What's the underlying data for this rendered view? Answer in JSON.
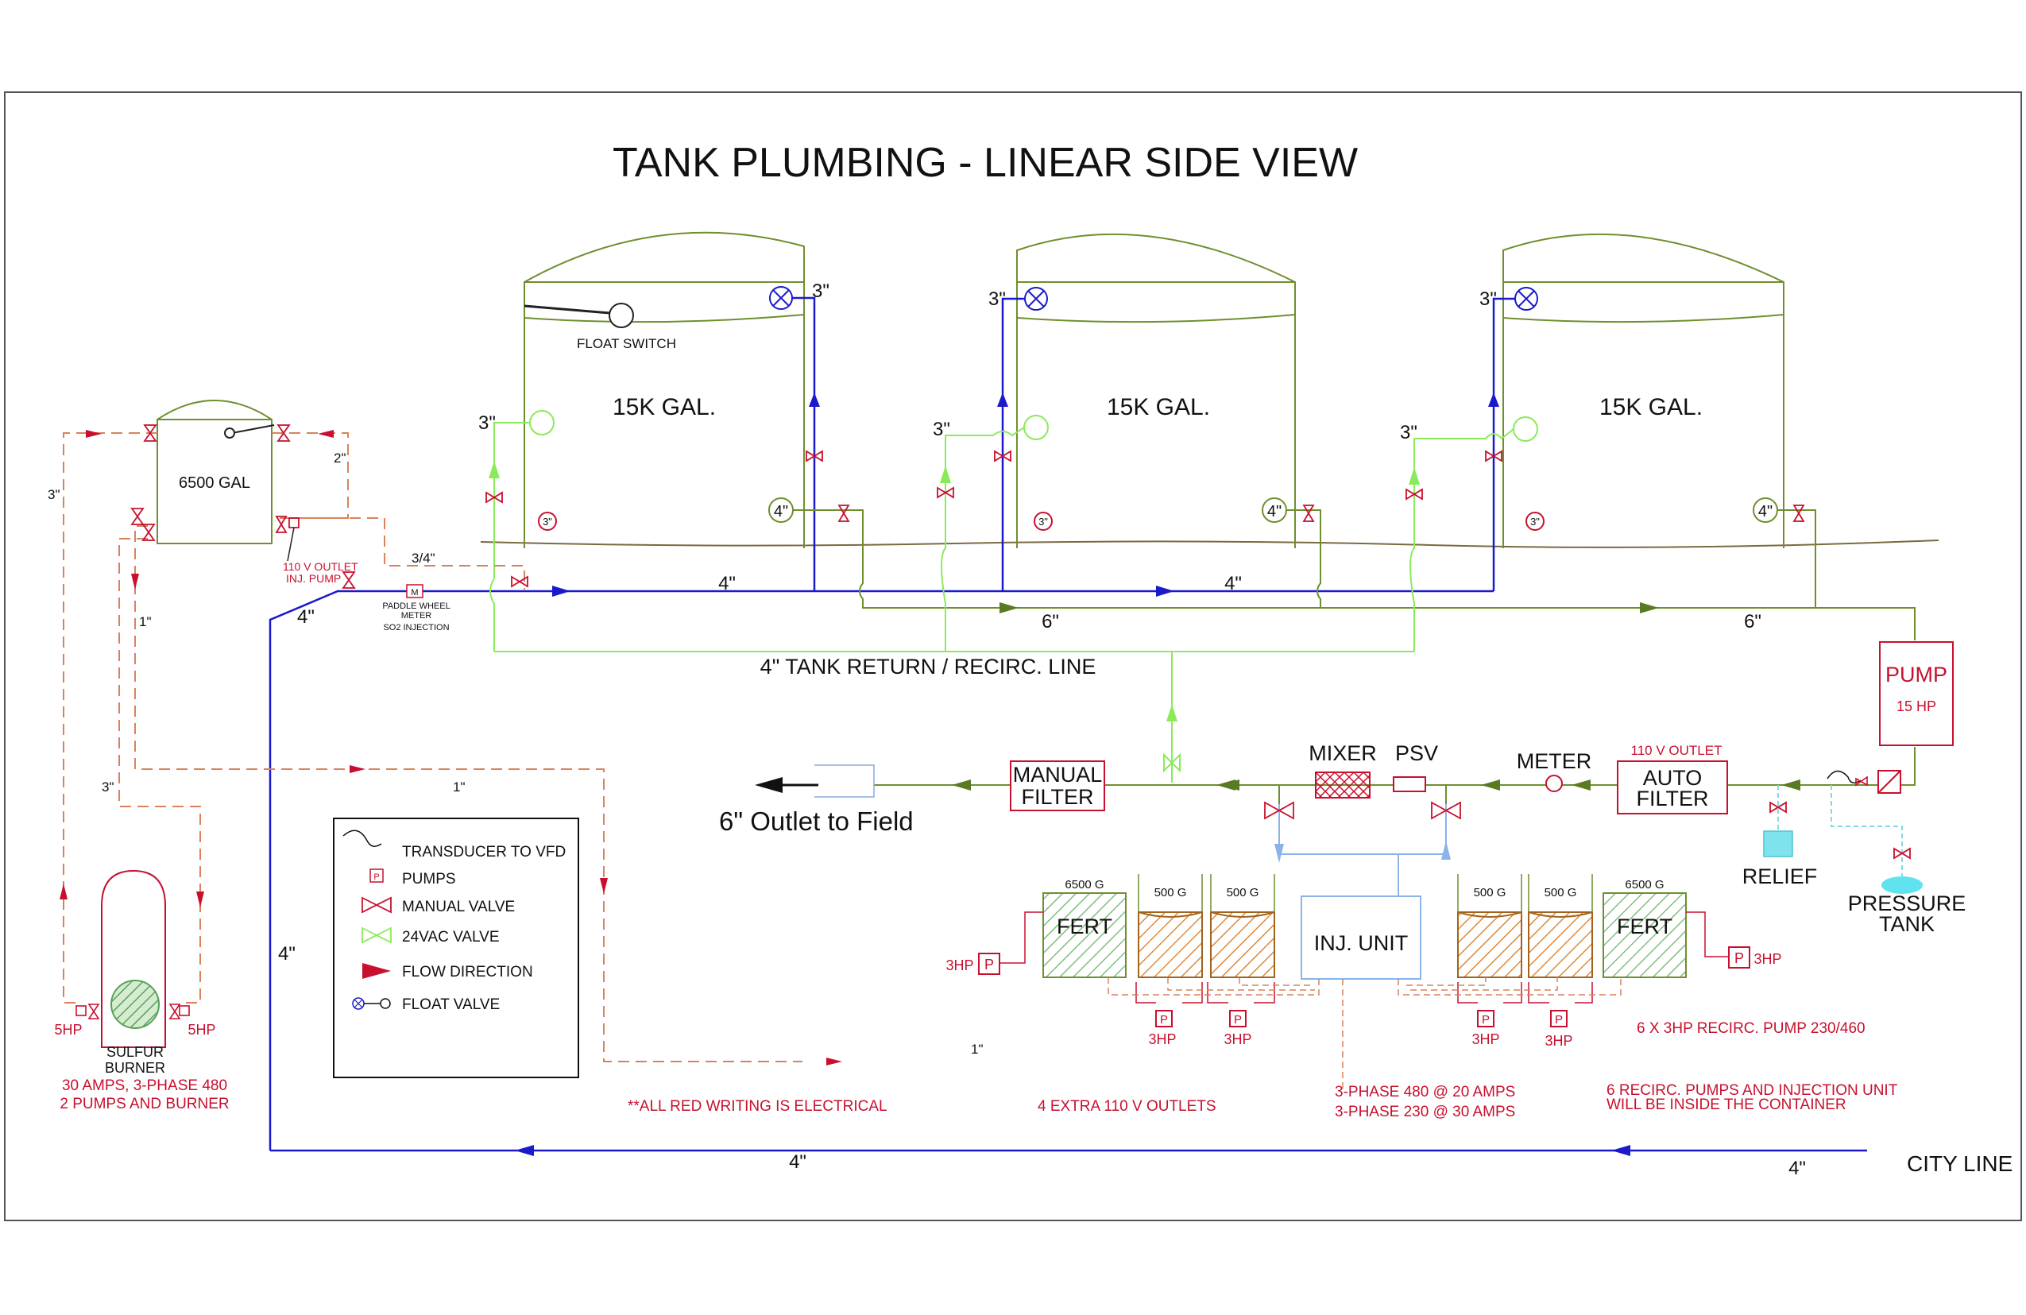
{
  "title": "TANK PLUMBING - LINEAR SIDE VIEW",
  "colors": {
    "green_line": "#6f8f2e",
    "light_green": "#8bea5a",
    "blue_line": "#1a1acc",
    "electrical_red": "#c8102e",
    "dashed_orange": "#d9825b",
    "fert_green": "#7fbf7f",
    "fert_orange": "#e08a3a",
    "pressure_cyan": "#5fe3ee"
  },
  "tanks": {
    "capacity_label": "15K GAL.",
    "float_switch": "FLOAT SWITCH",
    "size_3in": "3\"",
    "size_4in": "4\"",
    "circle_3in": "3\""
  },
  "small_tank": {
    "capacity": "6500 GAL",
    "outlet_note_1": "110 V OUTLET",
    "outlet_note_2": "INJ. PUMP",
    "pipe_2in": "2\"",
    "pipe_3in_left": "3\"",
    "pipe_1in": "1\"",
    "pipe_3in_lower": "3\"",
    "pipe_3_4in": "3/4\"",
    "pipe_4in": "4\""
  },
  "meter_note": {
    "line1": "PADDLE WHEEL",
    "line2": "METER",
    "line3": "SO2 INJECTION",
    "symbol": "M"
  },
  "pipe_labels": {
    "four_in_a": "4\"",
    "four_in_b": "4\"",
    "six_in_a": "6\"",
    "six_in_b": "6\"",
    "one_in_mid": "1\"",
    "one_in_bottom": "1\"",
    "four_in_vertical": "4\"",
    "four_in_bottom": "4\"",
    "four_in_city": "4\""
  },
  "return_line": "4\" TANK RETURN / RECIRC. LINE",
  "outlet_to_field": "6\" Outlet to Field",
  "manual_filter": [
    "MANUAL",
    "FILTER"
  ],
  "mixer": "MIXER",
  "psv": "PSV",
  "meter": "METER",
  "auto_filter": {
    "label": [
      "AUTO",
      "FILTER"
    ],
    "outlet": "110 V OUTLET"
  },
  "pump": {
    "label": "PUMP",
    "hp": "15 HP"
  },
  "relief": "RELIEF",
  "pressure_tank": [
    "PRESSURE",
    "TANK"
  ],
  "injection_unit": "INJ. UNIT",
  "fert_tanks": {
    "large_label": "FERT",
    "large_capacity": "6500 G",
    "small_capacity": "500 G",
    "pump_hp": "3HP",
    "pump_symbol": "P"
  },
  "legend": [
    {
      "icon": "transducer-icon",
      "label": "TRANSDUCER TO VFD"
    },
    {
      "icon": "pump-icon",
      "label": "PUMPS"
    },
    {
      "icon": "manual-valve-icon",
      "label": "MANUAL VALVE"
    },
    {
      "icon": "24vac-valve-icon",
      "label": "24VAC VALVE"
    },
    {
      "icon": "flow-direction-icon",
      "label": "FLOW DIRECTION"
    },
    {
      "icon": "float-valve-icon",
      "label": "FLOAT VALVE"
    }
  ],
  "sulfur_burner": {
    "label": [
      "SULFUR",
      "BURNER"
    ],
    "hp_left": "5HP",
    "hp_right": "5HP",
    "electrical": [
      "30 AMPS, 3-PHASE 480",
      "2 PUMPS AND BURNER"
    ]
  },
  "notes": {
    "red_writing": "**ALL RED WRITING IS ELECTRICAL",
    "extra_outlets": "4 EXTRA 110 V OUTLETS",
    "phase_480": "3-PHASE 480 @ 20 AMPS",
    "phase_230": "3-PHASE 230 @ 30 AMPS",
    "recirc_pumps": "6 X 3HP RECIRC. PUMP  230/460",
    "container": [
      "6 RECIRC. PUMPS AND INJECTION UNIT",
      "WILL BE INSIDE THE CONTAINER"
    ]
  },
  "city_line": "CITY LINE"
}
